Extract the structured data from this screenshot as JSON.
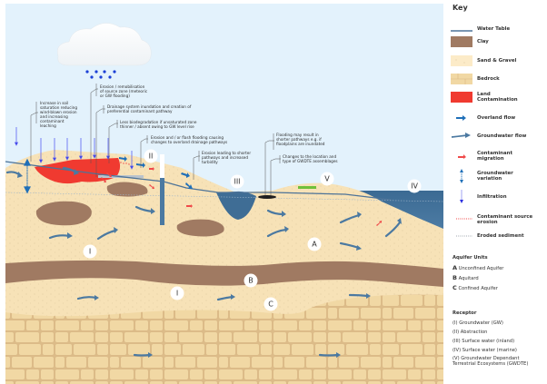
{
  "title": "Groundwater conceptual model — receptors, pathways and aquifer units",
  "colors": {
    "sky": "#e3f2fc",
    "sand": "#f7e2b7",
    "sand_dots": "#d8c29a",
    "clay": "#a07a62",
    "bedrock": "#f1d8a4",
    "bedrock_lines": "#d9b785",
    "contamination": "#f03a30",
    "water_table": "#4d7398",
    "surface_water": "#3f6d95",
    "overland_flow": "#1f6fb8",
    "groundwater_flow": "#4b79a1",
    "infiltration": "#2a2ee0",
    "contaminant": "#f04a4a",
    "grass": "#6fc03a",
    "rain": "#1b3fd6"
  },
  "annotations": [
    {
      "id": "soil-saturation",
      "lines": [
        "Increase in soil",
        "saturation reducing",
        "wind-blown erosion",
        "and increasing",
        "contaminant",
        "leaching"
      ]
    },
    {
      "id": "erosion-remobilisation",
      "lines": [
        "Erosion / remobilisation",
        "of source zone (meteoric",
        "or GW flooding)"
      ]
    },
    {
      "id": "drainage-inundation",
      "lines": [
        "Drainage system inundation and creation of",
        "preferential contaminant pathway"
      ]
    },
    {
      "id": "less-biodegradation",
      "lines": [
        "Less biodegradation if unsaturated zone",
        "thinner / absent owing to GW level rise"
      ]
    },
    {
      "id": "flash-flooding",
      "lines": [
        "Erosion and / or flash flooding causing",
        "changes to overland drainage pathways"
      ]
    },
    {
      "id": "erosion-shorter-pathways",
      "lines": [
        "Erosion leading to shorter",
        "pathways and increased",
        "turbidity"
      ]
    },
    {
      "id": "floodplains",
      "lines": [
        "Flooding may result in",
        "shorter pathways e.g. if",
        "floodplains are inundated"
      ]
    },
    {
      "id": "gwdte-changes",
      "lines": [
        "Changes to the location and",
        "type of GWDTE assemblages"
      ]
    }
  ],
  "markers": {
    "receptor_I": "I",
    "receptor_II": "II",
    "receptor_III": "III",
    "receptor_IV": "IV",
    "receptor_V": "V",
    "aquifer_A": "A",
    "aquifer_B": "B",
    "aquifer_C": "C"
  },
  "key": {
    "title": "Key",
    "items": [
      {
        "label": "Water Table",
        "symbol": "water-table-line"
      },
      {
        "label": "Clay",
        "symbol": "clay-swatch"
      },
      {
        "label": "Sand & Gravel",
        "symbol": "sand-swatch"
      },
      {
        "label": "Bedrock",
        "symbol": "bedrock-swatch"
      },
      {
        "label": "Land Contamination",
        "symbol": "contamination-swatch"
      },
      {
        "label": "Overland flow",
        "symbol": "overland-flow-arrow"
      },
      {
        "label": "Groundwater flow",
        "symbol": "groundwater-flow-arrow"
      },
      {
        "label": "Contaminant migration",
        "symbol": "contaminant-arrow"
      },
      {
        "label": "Groundwater variation",
        "symbol": "double-arrow"
      },
      {
        "label": "Infiltration",
        "symbol": "infiltration-arrow"
      },
      {
        "label": "Contaminant source erosion",
        "symbol": "red-dotted-line"
      },
      {
        "label": "Eroded sediment",
        "symbol": "grey-dotted-line"
      }
    ],
    "aquifer_units_title": "Aquifer Units",
    "aquifer_units": [
      {
        "letter": "A",
        "label": "Unconfined Aquifer"
      },
      {
        "letter": "B",
        "label": "Aquitard"
      },
      {
        "letter": "C",
        "label": "Confined Aquifer"
      }
    ],
    "receptor_title": "Receptor",
    "receptors": [
      "(I) Groundwater (GW)",
      "(II) Abstraction",
      "(III) Surface water (inland)",
      "(IV) Surface water (marine)",
      "(V) Groundwater Dependant Terrestrial Ecosystems (GWDTE)"
    ]
  }
}
